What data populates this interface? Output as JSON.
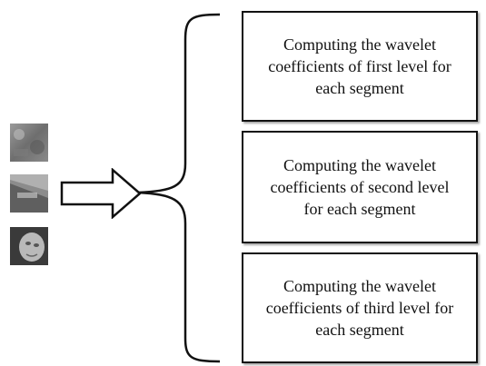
{
  "images": [
    {
      "name": "segment-thumbnail-1"
    },
    {
      "name": "segment-thumbnail-2"
    },
    {
      "name": "segment-thumbnail-3"
    }
  ],
  "steps": [
    {
      "lines": [
        "Computing the wavelet",
        "coefficients of first level for",
        "each segment"
      ]
    },
    {
      "lines": [
        "Computing the wavelet",
        "coefficients of second level",
        "for each segment"
      ]
    },
    {
      "lines": [
        "Computing the wavelet",
        "coefficients of third level for",
        "each segment"
      ]
    }
  ],
  "colors": {
    "stroke": "#111111",
    "background": "#ffffff"
  }
}
